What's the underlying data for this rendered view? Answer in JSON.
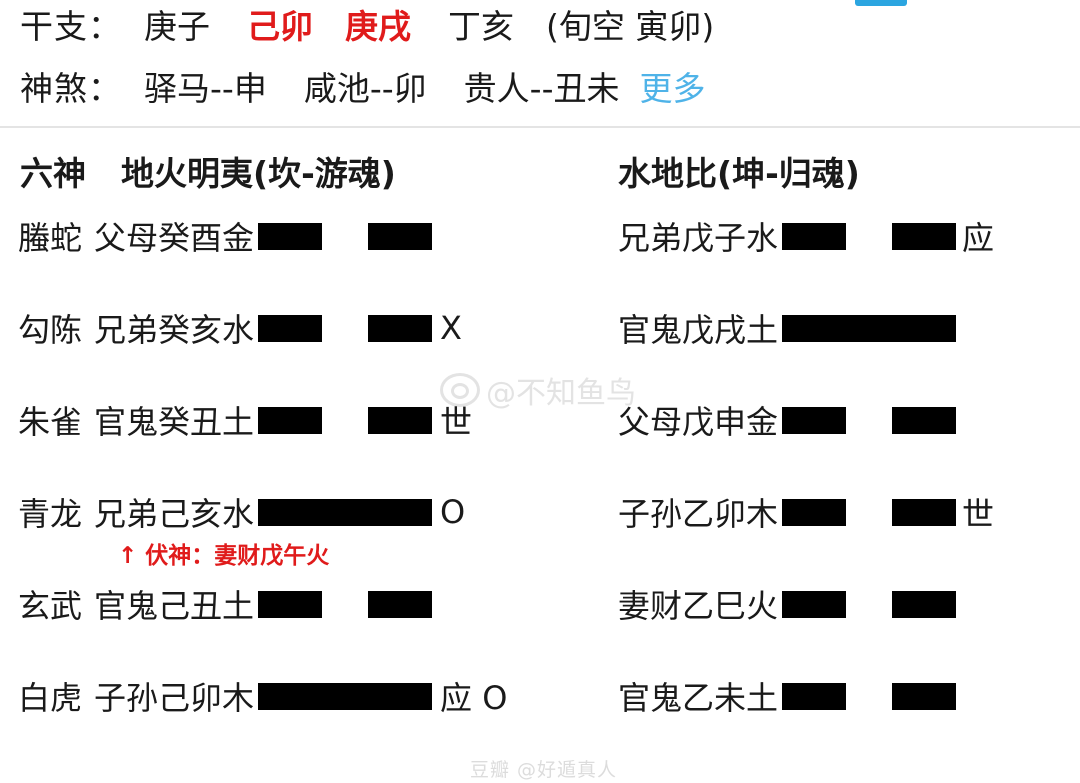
{
  "header": {
    "ganzhi": {
      "label": "干支：",
      "pillars": [
        {
          "text": "庚子",
          "color": "black"
        },
        {
          "text": "己卯",
          "color": "red"
        },
        {
          "text": "庚戌",
          "color": "red"
        },
        {
          "text": "丁亥",
          "color": "black"
        }
      ],
      "xunkong": "(旬空 寅卯)"
    },
    "shensha": {
      "label": "神煞：",
      "items": [
        "驿马--申",
        "咸池--卯",
        "贵人--丑未"
      ],
      "more_label": "更多",
      "more_color": "#4fb3e8"
    }
  },
  "hexagram": {
    "col_header_left": "六神",
    "title_left": "地火明夷(坎-游魂)",
    "title_right": "水地比(坤-归魂)",
    "rows": [
      {
        "god": "螣蛇",
        "left": {
          "label": "父母癸酉金",
          "line": "broken",
          "marker": ""
        },
        "right": {
          "label": "兄弟戊子水",
          "line": "broken",
          "marker": "应"
        }
      },
      {
        "god": "勾陈",
        "left": {
          "label": "兄弟癸亥水",
          "line": "broken",
          "marker": "X"
        },
        "right": {
          "label": "官鬼戊戌土",
          "line": "solid",
          "marker": ""
        }
      },
      {
        "god": "朱雀",
        "left": {
          "label": "官鬼癸丑土",
          "line": "broken",
          "marker": "世"
        },
        "right": {
          "label": "父母戊申金",
          "line": "broken",
          "marker": ""
        }
      },
      {
        "god": "青龙",
        "left": {
          "label": "兄弟己亥水",
          "line": "solid",
          "marker": "O",
          "note": "↑ 伏神：妻财戊午火",
          "note_color": "#e01b1b"
        },
        "right": {
          "label": "子孙乙卯木",
          "line": "broken",
          "marker": "世"
        }
      },
      {
        "god": "玄武",
        "left": {
          "label": "官鬼己丑土",
          "line": "broken",
          "marker": ""
        },
        "right": {
          "label": "妻财乙巳火",
          "line": "broken",
          "marker": ""
        }
      },
      {
        "god": "白虎",
        "left": {
          "label": "子孙己卯木",
          "line": "solid",
          "marker": "应 O"
        },
        "right": {
          "label": "官鬼乙未土",
          "line": "broken",
          "marker": ""
        }
      }
    ]
  },
  "watermarks": {
    "weibo": "@不知鱼鸟",
    "douban": "豆瓣  @好遁真人"
  }
}
